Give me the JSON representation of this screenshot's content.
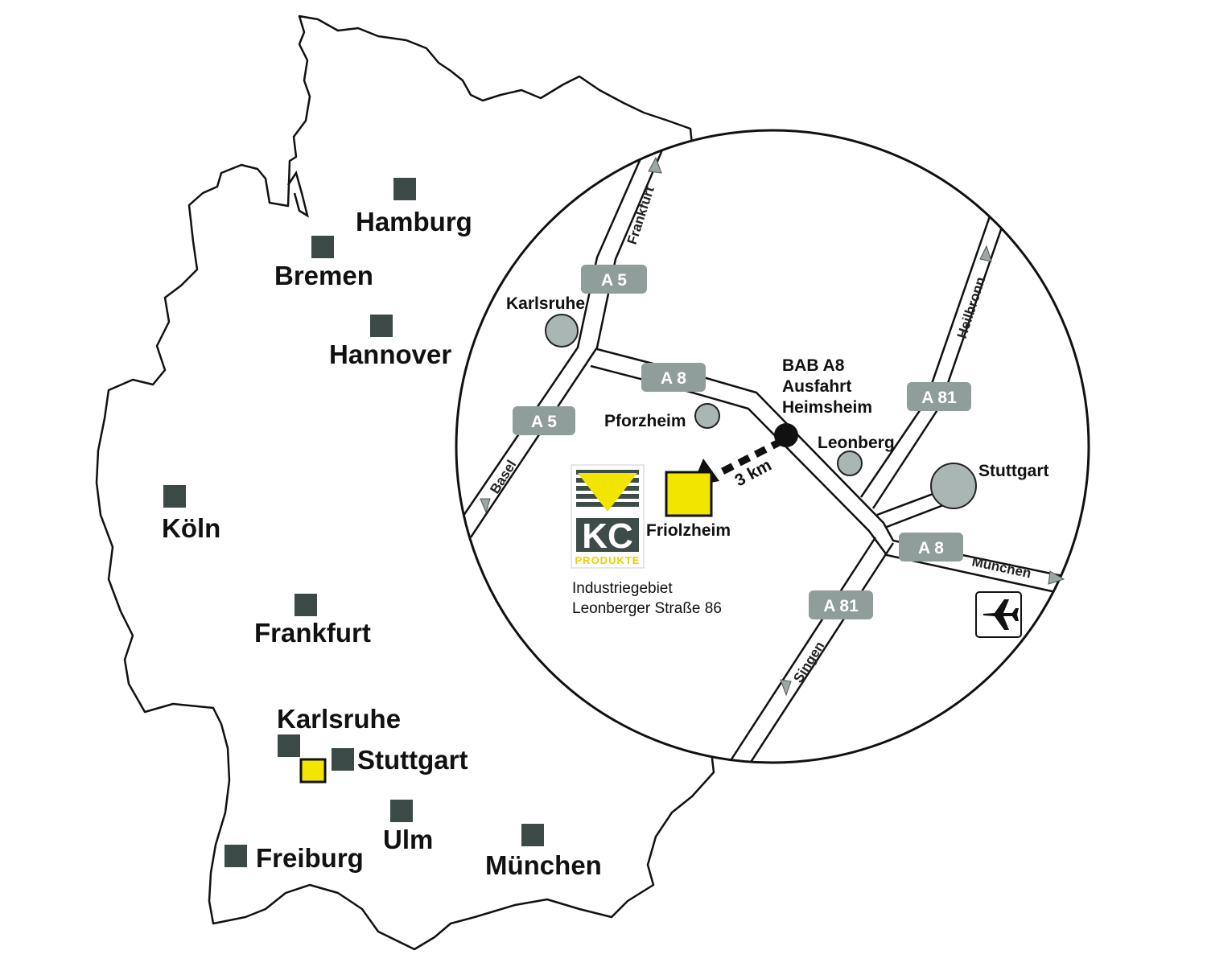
{
  "germany_cities": [
    {
      "id": "hamburg",
      "name": "Hamburg"
    },
    {
      "id": "bremen",
      "name": "Bremen"
    },
    {
      "id": "hannover",
      "name": "Hannover"
    },
    {
      "id": "koeln",
      "name": "Köln"
    },
    {
      "id": "frankfurt",
      "name": "Frankfurt"
    },
    {
      "id": "karlsruhe",
      "name": "Karlsruhe"
    },
    {
      "id": "stuttgart",
      "name": "Stuttgart"
    },
    {
      "id": "freiburg",
      "name": "Freiburg"
    },
    {
      "id": "ulm",
      "name": "Ulm"
    },
    {
      "id": "muenchen",
      "name": "München"
    }
  ],
  "detail": {
    "places": {
      "karlsruhe": "Karlsruhe",
      "pforzheim": "Pforzheim",
      "leonberg": "Leonberg",
      "stuttgart": "Stuttgart",
      "friolzheim": "Friolzheim"
    },
    "exit": {
      "line1": "BAB A8",
      "line2": "Ausfahrt",
      "line3": "Heimsheim"
    },
    "distance": "3 km",
    "shields": {
      "a5_top": "A 5",
      "a5_left": "A 5",
      "a8_top": "A 8",
      "a81_top": "A 81",
      "a8_right": "A 8",
      "a81_bottom": "A 81"
    },
    "directions": {
      "frankfurt": "Frankfurt",
      "basel": "Basel",
      "heilbronn": "Heilbronn",
      "muenchen": "München",
      "singen": "Singen"
    },
    "address": {
      "line1": "Industriegebiet",
      "line2": "Leonberger Straße 86"
    },
    "logo": {
      "brand": "KC",
      "sub": "PRODUKTE"
    },
    "airport_icon": "airplane-icon"
  },
  "colors": {
    "city_marker": "#3b4a47",
    "highlight": "#f2e600",
    "shield": "#8f9d9b",
    "place_circle": "#a9b6b4",
    "line": "#111111"
  }
}
